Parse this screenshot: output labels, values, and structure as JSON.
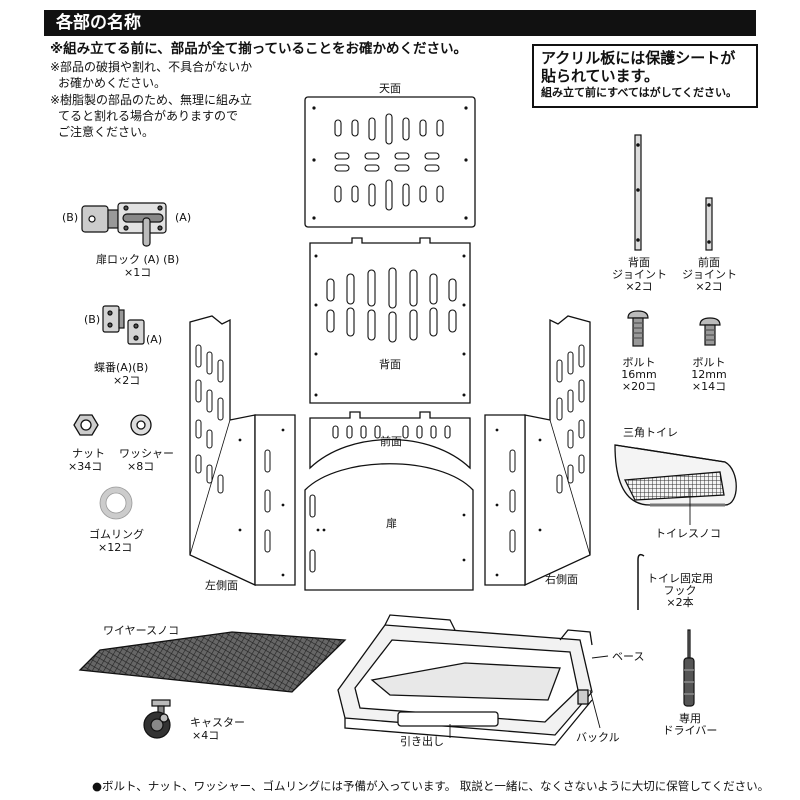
{
  "header": {
    "title": "各部の名称"
  },
  "notes": {
    "main": "※組み立てる前に、部品が全て揃っていることをお確かめください。",
    "n2_l1": "※部品の破損や割れ、不具合がないか",
    "n2_l2": "お確かめください。",
    "n3_l1": "※樹脂製の部品のため、無理に組み立",
    "n3_l2": "てると割れる場合がありますので",
    "n3_l3": "ご注意ください。"
  },
  "notice": {
    "line1": "アクリル板には保護シートが",
    "line2": "貼られています。",
    "line3": "組み立て前にすべてはがしてください。"
  },
  "labels": {
    "top_panel": "天面",
    "back_panel": "背面",
    "front_panel": "前面",
    "door": "扉",
    "left_side": "左側面",
    "right_side": "右側面",
    "wire_mesh": "ワイヤースノコ",
    "base": "ベース",
    "drawer": "引き出し",
    "buckle": "バックル",
    "triangle_toilet": "三角トイレ",
    "toilet_mesh": "トイレスノコ",
    "door_lock_b": "(B)",
    "door_lock_a": "(A)",
    "door_lock_name": "扉ロック (A) (B)",
    "door_lock_qty": "×1コ",
    "hinge_b": "(B)",
    "hinge_a": "(A)",
    "hinge_name": "蝶番(A)(B)",
    "hinge_qty": "×2コ",
    "nut_name": "ナット",
    "nut_qty": "×34コ",
    "washer_name": "ワッシャー",
    "washer_qty": "×8コ",
    "rubber_ring_name": "ゴムリング",
    "rubber_ring_qty": "×12コ",
    "back_joint_l1": "背面",
    "back_joint_l2": "ジョイント",
    "back_joint_qty": "×2コ",
    "front_joint_l1": "前面",
    "front_joint_l2": "ジョイント",
    "front_joint_qty": "×2コ",
    "bolt16_name": "ボルト",
    "bolt16_size": "16mm",
    "bolt16_qty": "×20コ",
    "bolt12_name": "ボルト",
    "bolt12_size": "12mm",
    "bolt12_qty": "×14コ",
    "hook_l1": "トイレ固定用",
    "hook_l2": "フック",
    "hook_qty": "×2本",
    "caster_name": "キャスター",
    "caster_qty": "×4コ",
    "driver_l1": "専用",
    "driver_l2": "ドライバー"
  },
  "footer": {
    "text": "●ボルト、ナット、ワッシャー、ゴムリングには予備が入っています。 取説と一緒に、なくさないように大切に保管してください。"
  }
}
